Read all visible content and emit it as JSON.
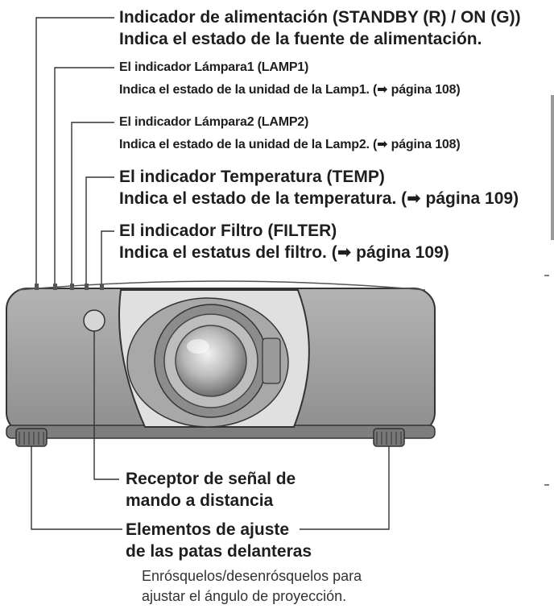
{
  "indicators": {
    "power": {
      "title": "Indicador de alimentación (STANDBY (R) / ON (G))",
      "desc": "Indica el estado de la fuente de alimentación."
    },
    "lamp1": {
      "title": "El indicador Lámpara1 (LAMP1)",
      "desc": "Indica el estado de la unidad de la Lamp1. (➡ página 108)"
    },
    "lamp2": {
      "title": "El indicador Lámpara2 (LAMP2)",
      "desc": "Indica el estado de la unidad de la Lamp2. (➡ página 108)"
    },
    "temp": {
      "title": "El indicador Temperatura (TEMP)",
      "desc": "Indica el estado de la temperatura. (➡ página 109)"
    },
    "filter": {
      "title": "El indicador Filtro (FILTER)",
      "desc": "Indica el estatus del filtro. (➡ página 109)"
    }
  },
  "receiver": {
    "line1": "Receptor de señal de",
    "line2": "mando a distancia"
  },
  "feet": {
    "line1": "Elementos de ajuste",
    "line2": "de las patas delanteras",
    "note1": "Enrósquelos/desenrósquelos para",
    "note2": "ajustar el ángulo de proyección."
  },
  "colors": {
    "body": "#9b9b9b",
    "outline": "#333333",
    "lens": "#c8c8c8"
  }
}
